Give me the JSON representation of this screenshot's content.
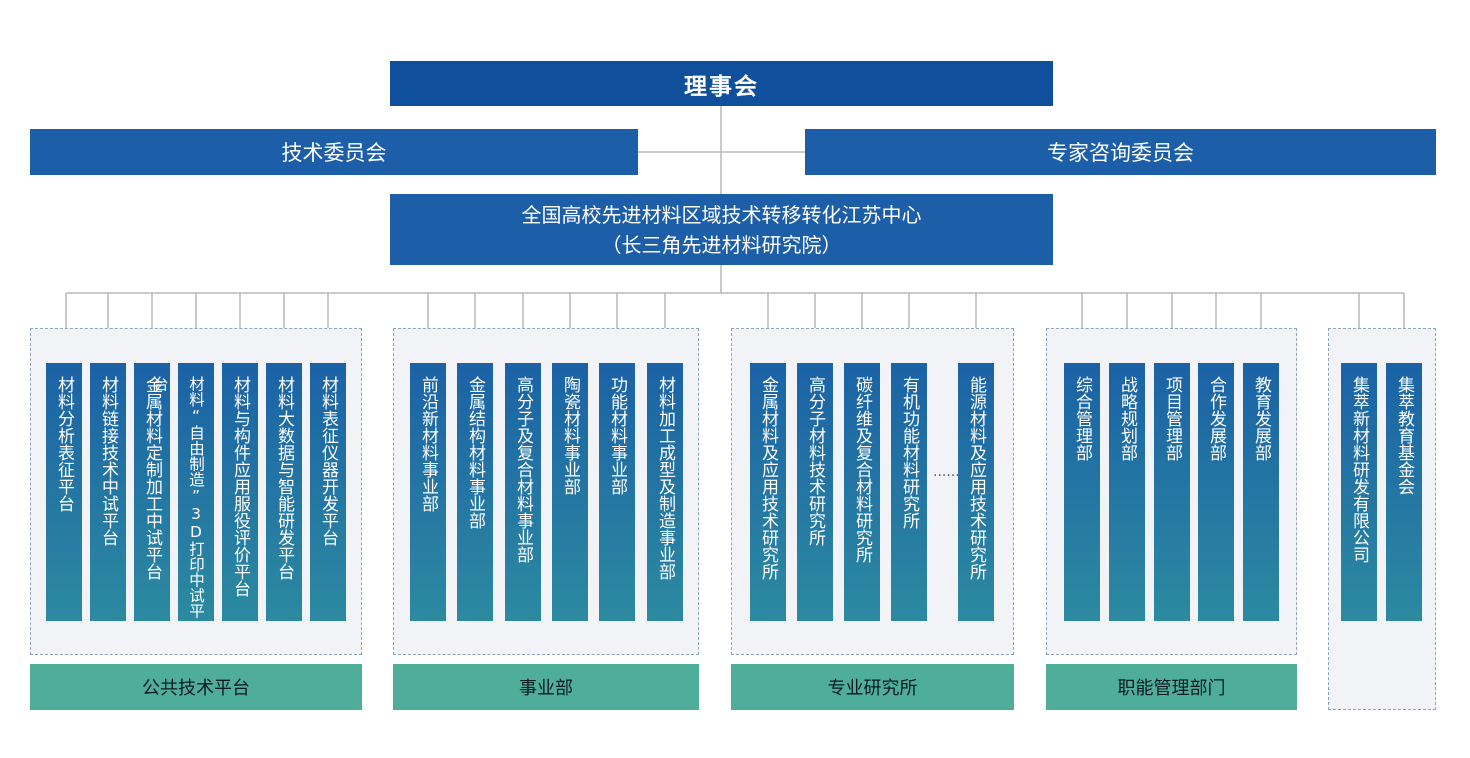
{
  "board": "理事会",
  "tech_committee": "技术委员会",
  "expert_committee": "专家咨询委员会",
  "center": {
    "line1": "全国高校先进材料区域技术转移转化江苏中心",
    "line2": "（长三角先进材料研究院）"
  },
  "groups": [
    {
      "label": "公共技术平台",
      "units": [
        "材料分析表征平台",
        "材料链接技术中试平台",
        "金属材料定制加工中试平台",
        "材料“自由制造”3D打印中试平台",
        "材料与构件应用服役评价平台",
        "材料大数据与智能研发平台",
        "材料表征仪器开发平台"
      ]
    },
    {
      "label": "事业部",
      "units": [
        "前沿新材料事业部",
        "金属结构材料事业部",
        "高分子及复合材料事业部",
        "陶瓷材料事业部",
        "功能材料事业部",
        "材料加工成型及制造事业部"
      ]
    },
    {
      "label": "专业研究所",
      "units": [
        "金属材料及应用技术研究所",
        "高分子材料技术研究所",
        "碳纤维及复合材料研究所",
        "有机功能材料研究所",
        "能源材料及应用技术研究所"
      ],
      "ellipsis": "......"
    },
    {
      "label": "职能管理部门",
      "units": [
        "综合管理部",
        "战略规划部",
        "项目管理部",
        "合作发展部",
        "教育发展部"
      ]
    },
    {
      "label": "",
      "units": [
        "集萃新材料研发有限公司",
        "集萃教育基金会"
      ]
    }
  ],
  "colors": {
    "board": "#0f4f9c",
    "box": "#1d5ea8",
    "unit_top": "#1b62a6",
    "unit_bottom": "#2c8aa0",
    "label": "#4fae9a",
    "line": "#b9b9b9"
  }
}
